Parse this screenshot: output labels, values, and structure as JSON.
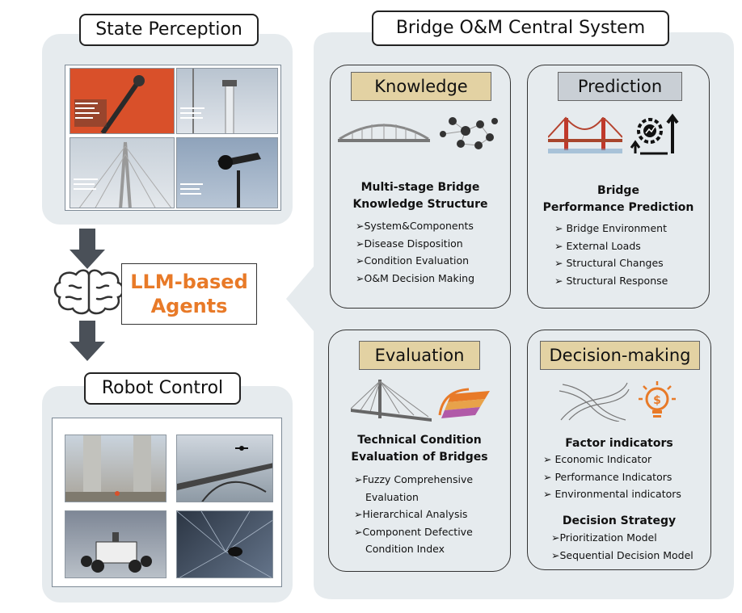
{
  "state_perception": {
    "title": "State Perception"
  },
  "robot_control": {
    "title": "Robot Control"
  },
  "llm": {
    "line1": "LLM-based",
    "line2": "Agents"
  },
  "central": {
    "title": "Bridge O&M  Central System"
  },
  "knowledge": {
    "tag": "Knowledge",
    "title_l1": "Multi-stage Bridge",
    "title_l2": "Knowledge Structure",
    "items": [
      "➢System&Components",
      "➢Disease Disposition",
      "➢Condition Evaluation",
      "➢O&M Decision Making"
    ]
  },
  "prediction": {
    "tag": "Prediction",
    "title_l1": "Bridge",
    "title_l2": "Performance Prediction",
    "items": [
      "➢   Bridge Environment",
      "➢   External Loads",
      "➢   Structural Changes",
      "➢   Structural Response"
    ]
  },
  "evaluation": {
    "tag": "Evaluation",
    "title_l1": "Technical Condition",
    "title_l2": "Evaluation of Bridges",
    "items": [
      "➢Fuzzy Comprehensive",
      "Evaluation",
      "➢Hierarchical Analysis",
      "➢Component Defective",
      "Condition Index"
    ]
  },
  "decision": {
    "tag": "Decision-making",
    "factor_title": "Factor indicators",
    "factor_items": [
      "➢ Economic Indicator",
      "➢ Performance Indicators",
      "➢ Environmental indicators"
    ],
    "strategy_title": "Decision Strategy",
    "strategy_items": [
      "➢Prioritization Model",
      "➢Sequential Decision Model"
    ]
  },
  "colors": {
    "panel": "#e6ebee",
    "gold_tag": "#e3d2a3",
    "gray_tag": "#c9cfd5",
    "llm_text": "#e87a28",
    "arrow": "#4a5058"
  }
}
